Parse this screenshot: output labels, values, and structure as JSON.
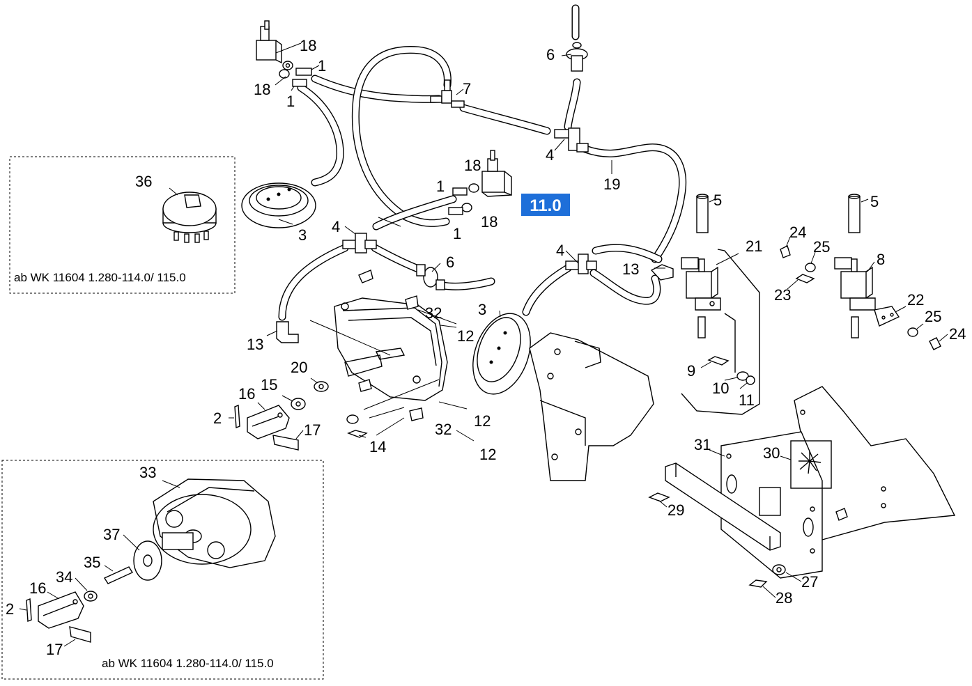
{
  "highlight": {
    "label": "11.0",
    "color": "#1e6fd9"
  },
  "part_labels": {
    "p1a": "1",
    "p1b": "1",
    "p1c": "1",
    "p1d": "1",
    "p18a": "18",
    "p18b": "18",
    "p18c": "18",
    "p18d": "18",
    "p7": "7",
    "p6a": "6",
    "p6b": "6",
    "p4a": "4",
    "p4b": "4",
    "p4c": "4",
    "p19": "19",
    "p5a": "5",
    "p5b": "5",
    "p3a": "3",
    "p3b": "3",
    "p36": "36",
    "p21": "21",
    "p8": "8",
    "p24a": "24",
    "p24b": "24",
    "p25a": "25",
    "p25b": "25",
    "p23": "23",
    "p22": "22",
    "p13a": "13",
    "p13b": "13",
    "p32a": "32",
    "p32b": "32",
    "p12a": "12",
    "p12b": "12",
    "p12c": "12",
    "p9": "9",
    "p10": "10",
    "p11": "11",
    "p20": "20",
    "p16a": "16",
    "p16b": "16",
    "p15": "15",
    "p2a": "2",
    "p2b": "2",
    "p17a": "17",
    "p17b": "17",
    "p14": "14",
    "p33": "33",
    "p37": "37",
    "p35": "35",
    "p34": "34",
    "p31": "31",
    "p30": "30",
    "p29": "29",
    "p27": "27",
    "p28": "28"
  },
  "notes": {
    "box_top": "ab WK 11604   1.280-114.0/ 115.0",
    "box_bottom": "ab WK 11604   1.280-114.0/ 115.0"
  }
}
